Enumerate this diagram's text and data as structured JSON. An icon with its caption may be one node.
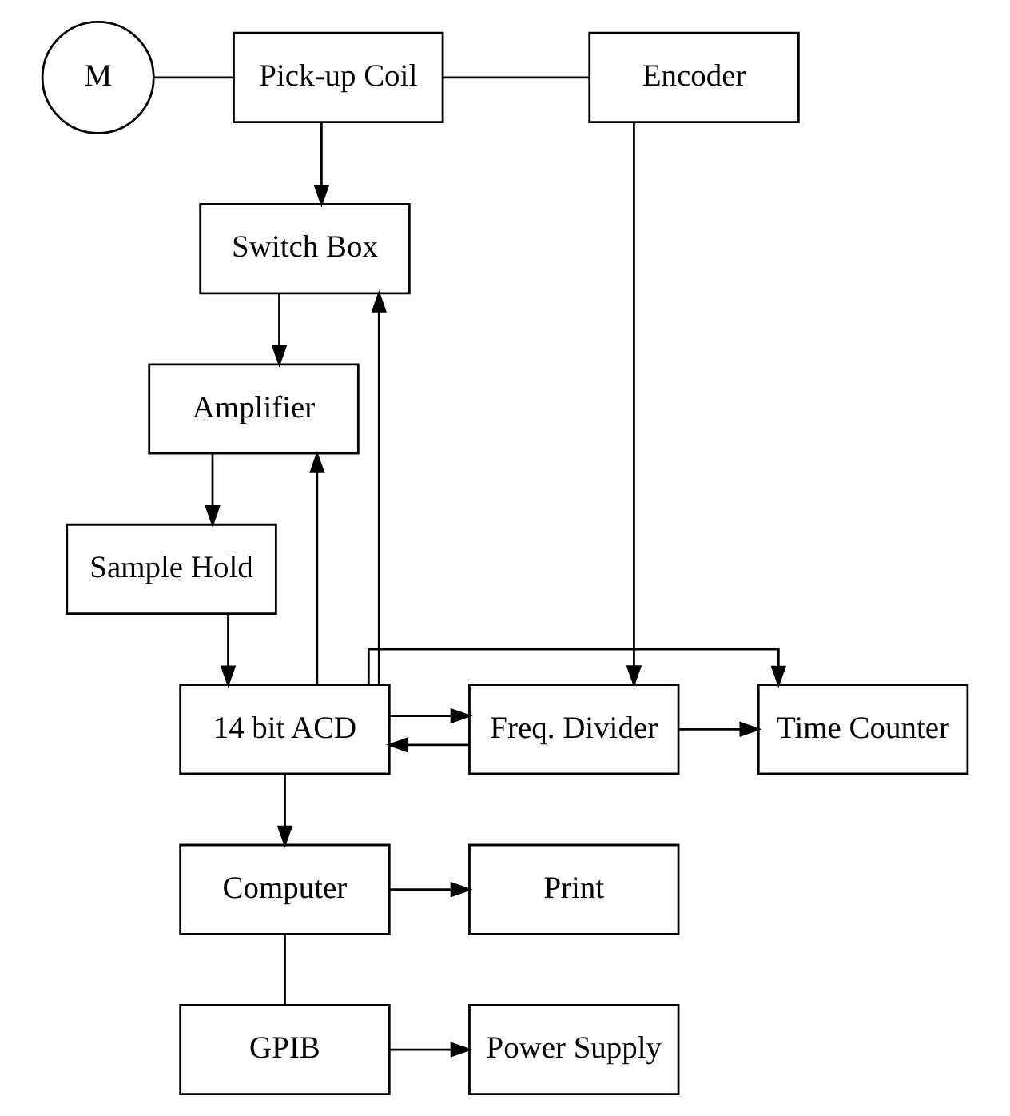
{
  "diagram": {
    "nodes": [
      {
        "text": [
          "M"
        ]
      },
      {
        "text": [
          "Pick-up Coil"
        ]
      },
      {
        "text": [
          "Encoder"
        ]
      },
      {
        "text": [
          "Switch Box"
        ]
      },
      {
        "text": [
          "Amplifier"
        ]
      },
      {
        "text": [
          "Sample Hold"
        ]
      },
      {
        "text": [
          "14 bit ACD"
        ]
      },
      {
        "text": [
          "Freq. Divider"
        ]
      },
      {
        "text": [
          "Time Counter"
        ]
      },
      {
        "text": [
          "Computer"
        ]
      },
      {
        "text": [
          "Print"
        ]
      },
      {
        "text": [
          "Power Supply"
        ]
      },
      {
        "text": [
          "GPIB"
        ]
      }
    ],
    "edges": [
      {
        "from": 0,
        "to": 1,
        "arrow": "none"
      },
      {
        "from": 1,
        "to": 2,
        "arrow": "none"
      },
      {
        "from": 1,
        "to": 3,
        "arrow": "to"
      },
      {
        "from": 3,
        "to": 4,
        "arrow": "to"
      },
      {
        "from": 4,
        "to": 5,
        "arrow": "to"
      },
      {
        "from": 5,
        "to": 6,
        "arrow": "to"
      },
      {
        "from": 2,
        "to": 7,
        "arrow": "to"
      },
      {
        "from": 7,
        "to": 6,
        "arrow": "to"
      },
      {
        "from": 7,
        "to": 8,
        "arrow": "to"
      },
      {
        "from": 6,
        "to": 9,
        "arrow": "to"
      },
      {
        "from": 6,
        "to": 3,
        "arrow": "to"
      },
      {
        "from": 6,
        "to": 4,
        "arrow": "to"
      },
      {
        "from": 6,
        "to": 7,
        "arrow": "to"
      },
      {
        "from": 6,
        "to": 8,
        "arrow": "to"
      },
      {
        "from": 9,
        "to": 10,
        "arrow": "to"
      },
      {
        "from": 9,
        "to": 12,
        "arrow": "none"
      },
      {
        "from": 12,
        "to": 11,
        "arrow": "to"
      }
    ]
  }
}
